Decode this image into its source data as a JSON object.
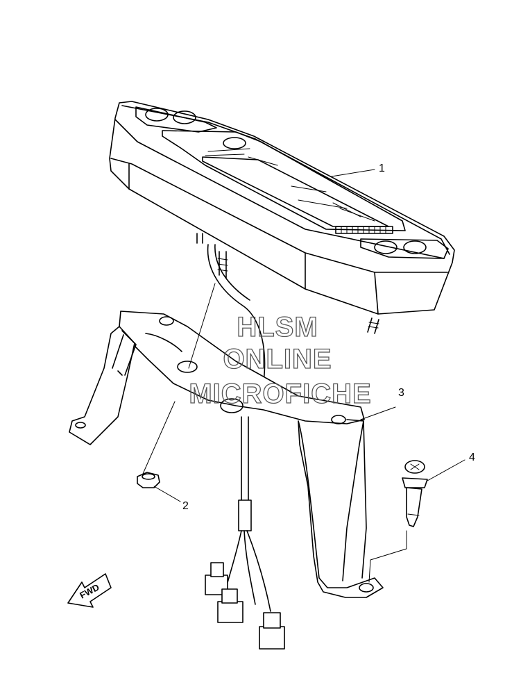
{
  "callouts": {
    "c1": "1",
    "c2": "2",
    "c3": "3",
    "c4": "4"
  },
  "watermark": {
    "line1": "HLSM",
    "line2": "ONLINE",
    "line3": "MICROFICHE"
  },
  "direction_arrow": {
    "label": "FWD"
  }
}
